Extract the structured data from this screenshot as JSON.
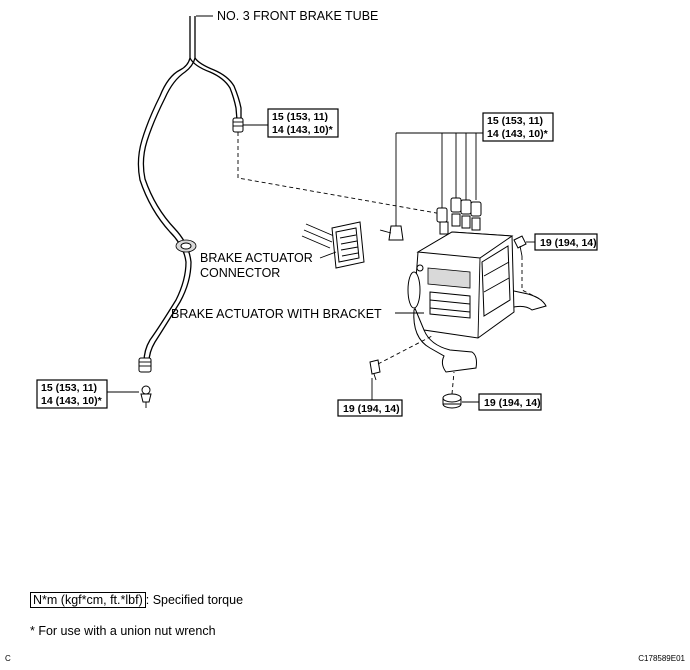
{
  "labels": {
    "front_brake_tube": "NO. 3 FRONT BRAKE TUBE",
    "actuator_connector_line1": "BRAKE ACTUATOR",
    "actuator_connector_line2": "CONNECTOR",
    "actuator_with_bracket": "BRAKE ACTUATOR WITH BRACKET"
  },
  "torque_specs": {
    "tube_upper": {
      "line1": "15 (153, 11)",
      "line2": "14 (143, 10)*"
    },
    "actuator_tubes": {
      "line1": "15 (153, 11)",
      "line2": "14 (143, 10)*"
    },
    "tube_lower": {
      "line1": "15 (153, 11)",
      "line2": "14 (143, 10)*"
    },
    "bracket_bolt_right": "19 (194, 14)",
    "bracket_bolt_left": "19 (194, 14)",
    "bracket_nut_bottom": "19 (194, 14)"
  },
  "legend": {
    "torque_key": "N*m (kgf*cm, ft.*lbf)",
    "torque_desc": ": Specified torque",
    "note": "* For use with a union nut wrench"
  },
  "corner": {
    "left": "C",
    "right": "C178589E01"
  }
}
